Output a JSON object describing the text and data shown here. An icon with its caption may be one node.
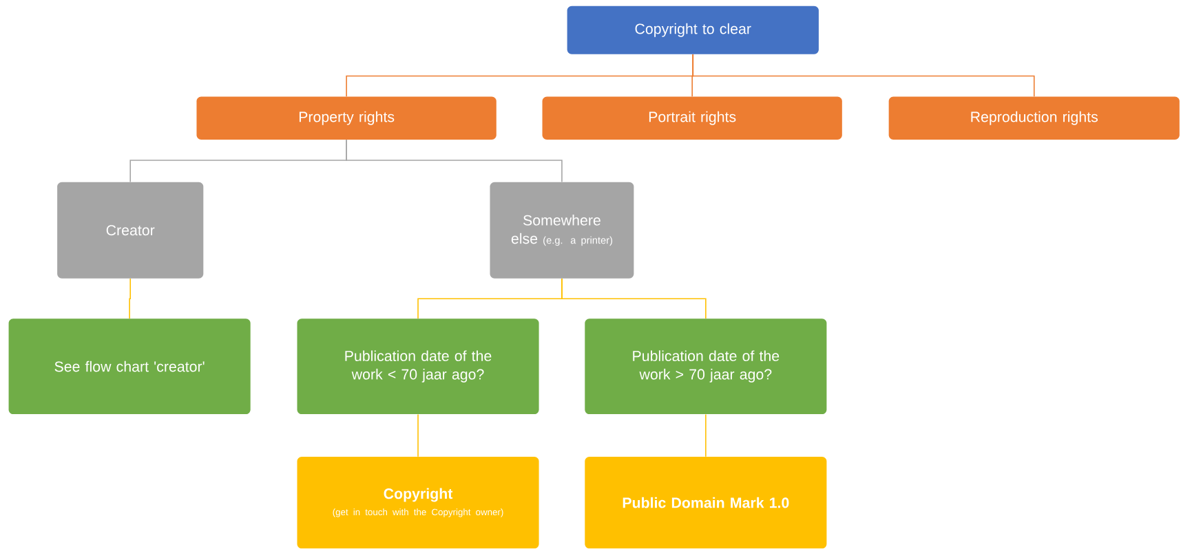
{
  "diagram": {
    "nodes": [
      {
        "text": [
          "Copyright to clear"
        ]
      },
      {
        "text": [
          "Property rights"
        ]
      },
      {
        "text": [
          "Portrait rights"
        ]
      },
      {
        "text": [
          "Reproduction rights"
        ]
      },
      {
        "text": [
          "Creator"
        ]
      },
      {
        "text": [
          "Somewhere else",
          "(e.g. a printer)"
        ]
      },
      {
        "text": [
          "See flow chart 'creator'"
        ]
      },
      {
        "text": [
          "Publication date of the work < 70 jaar ago?"
        ]
      },
      {
        "text": [
          "Publication date of the work > 70 jaar ago?"
        ]
      },
      {
        "text": [
          "Copyright",
          "(get in touch with the Copyright owner)"
        ]
      },
      {
        "text": [
          "Public Domain Mark 1.0"
        ]
      }
    ],
    "edges": [
      {
        "from": 0,
        "to": 1,
        "arrow": "none",
        "color": "#ed7d31"
      },
      {
        "from": 0,
        "to": 2,
        "arrow": "none",
        "color": "#ed7d31"
      },
      {
        "from": 0,
        "to": 3,
        "arrow": "none",
        "color": "#ed7d31"
      },
      {
        "from": 1,
        "to": 4,
        "arrow": "none",
        "color": "#a5a5a5"
      },
      {
        "from": 1,
        "to": 5,
        "arrow": "none",
        "color": "#a5a5a5"
      },
      {
        "from": 4,
        "to": 6,
        "arrow": "none",
        "color": "#ffc000"
      },
      {
        "from": 5,
        "to": 7,
        "arrow": "none",
        "color": "#ffc000"
      },
      {
        "from": 5,
        "to": 8,
        "arrow": "none",
        "color": "#ffc000"
      },
      {
        "from": 7,
        "to": 9,
        "arrow": "none",
        "color": "#ffc000"
      },
      {
        "from": 8,
        "to": 10,
        "arrow": "none",
        "color": "#ffc000"
      }
    ]
  }
}
